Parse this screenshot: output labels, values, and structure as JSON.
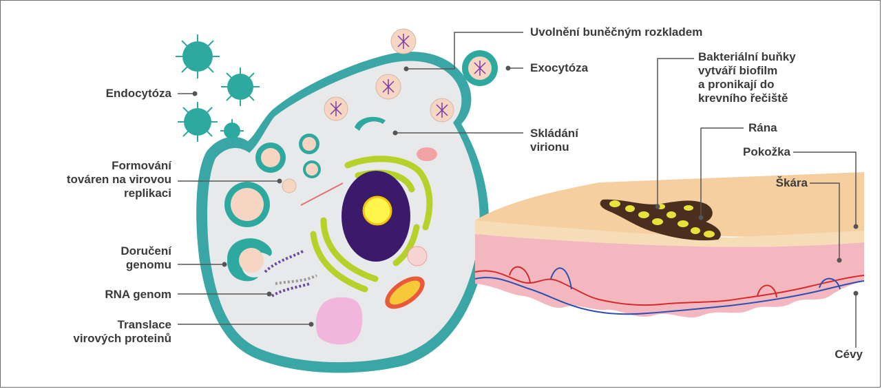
{
  "labels": {
    "endocytoza": "Endocytóza",
    "formovani": "Formování\ntováren na virovou\nreplikaci",
    "doruceni": "Doručení\ngenomu",
    "rna_genom": "RNA genom",
    "translace": "Translace\nvirových proteinů",
    "uvolneni": "Uvolnění buněčným rozkladem",
    "exocytoza": "Exocytóza",
    "skladani": "Skládání\nvirionu",
    "bakterialni": "Bakteriální buňky\nvytváří biofilm\na pronikají do\nkrevního řečiště",
    "rana": "Rána",
    "pokozka": "Pokožka",
    "skara": "Škára",
    "cevy": "Cévy"
  },
  "colors": {
    "label_text": "#3a3a3a",
    "leader_line": "#555555",
    "cell_membrane": "#3ba6a6",
    "cytoplasm": "#e8e9ea",
    "nucleus": "#3c1a6b",
    "nucleolus": "#fff54d",
    "er_golgi": "#b7d12b",
    "virus": "#2ea9a0",
    "vesicle": "#f6d6c3",
    "skin_top": "#f5cfa0",
    "dermis": "#f3b8bf",
    "biofilm": "#e8e23a",
    "wound": "#4a2e1e",
    "artery": "#d42a2a",
    "vein": "#2a4fb0"
  }
}
